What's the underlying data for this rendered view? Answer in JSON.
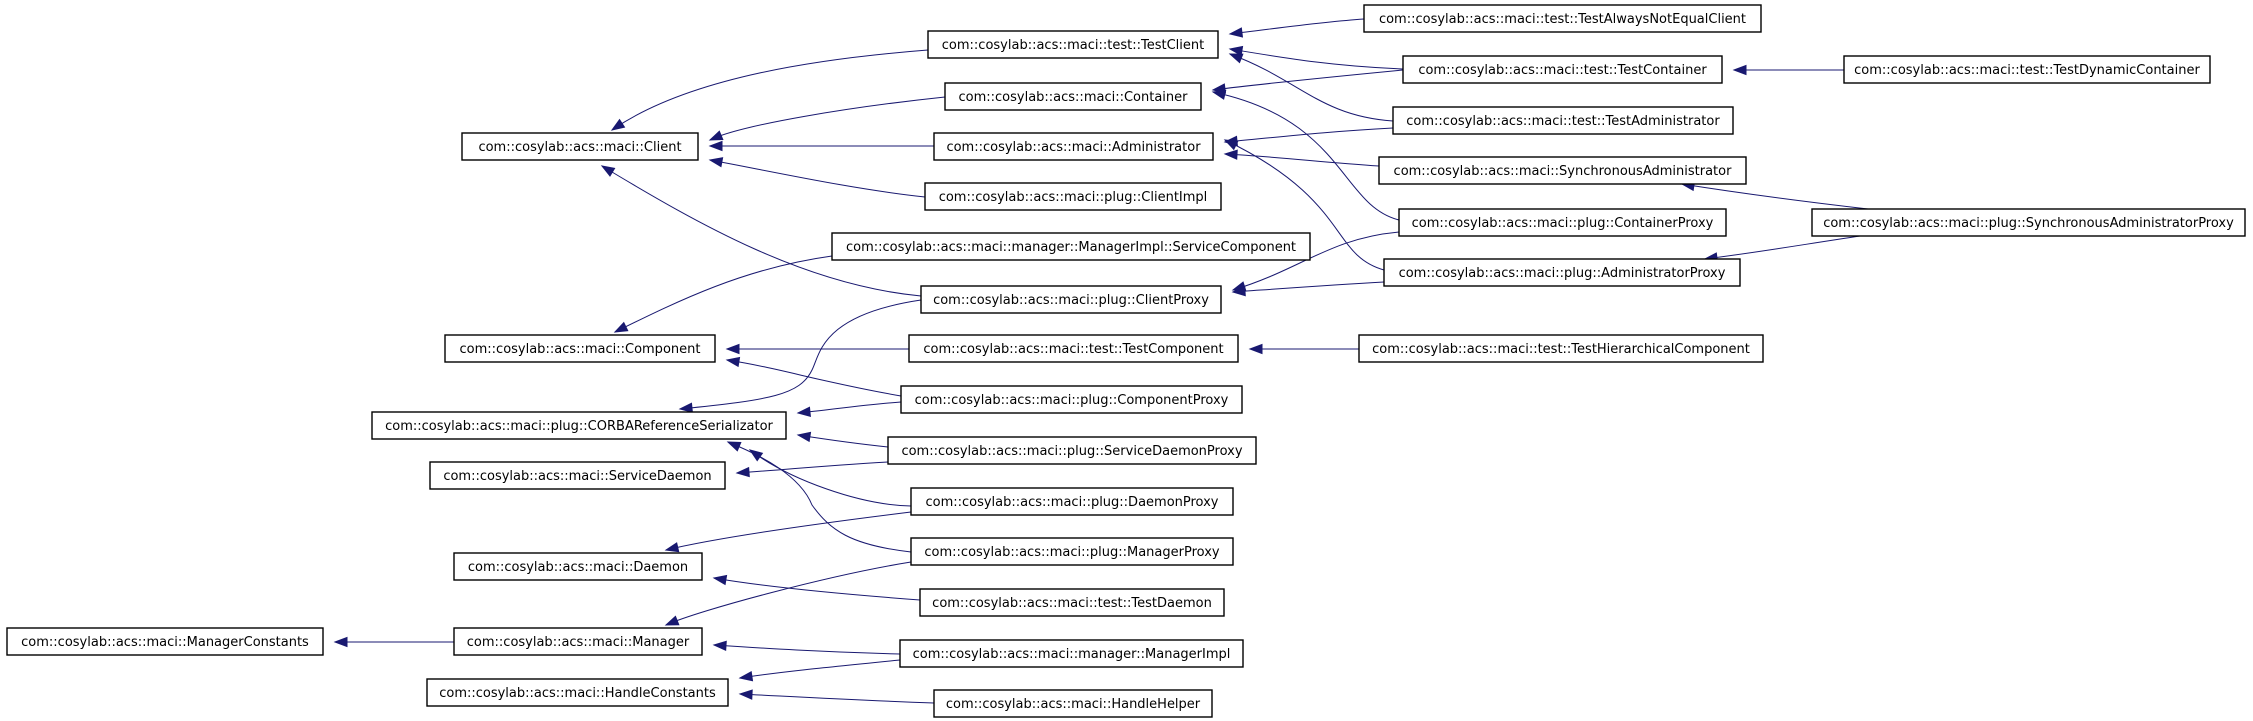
{
  "diagram": {
    "nodes": [
      {
        "id": "client",
        "label": "com::cosylab::acs::maci::Client"
      },
      {
        "id": "testclient",
        "label": "com::cosylab::acs::maci::test::TestClient"
      },
      {
        "id": "container",
        "label": "com::cosylab::acs::maci::Container"
      },
      {
        "id": "administrator",
        "label": "com::cosylab::acs::maci::Administrator"
      },
      {
        "id": "clientimpl",
        "label": "com::cosylab::acs::maci::plug::ClientImpl"
      },
      {
        "id": "clientproxy",
        "label": "com::cosylab::acs::maci::plug::ClientProxy"
      },
      {
        "id": "testalwaysnotequalclient",
        "label": "com::cosylab::acs::maci::test::TestAlwaysNotEqualClient"
      },
      {
        "id": "testcontainer",
        "label": "com::cosylab::acs::maci::test::TestContainer"
      },
      {
        "id": "testdynamiccontainer",
        "label": "com::cosylab::acs::maci::test::TestDynamicContainer"
      },
      {
        "id": "testadministrator",
        "label": "com::cosylab::acs::maci::test::TestAdministrator"
      },
      {
        "id": "synchronousadministrator",
        "label": "com::cosylab::acs::maci::SynchronousAdministrator"
      },
      {
        "id": "containerproxy",
        "label": "com::cosylab::acs::maci::plug::ContainerProxy"
      },
      {
        "id": "administratorproxy",
        "label": "com::cosylab::acs::maci::plug::AdministratorProxy"
      },
      {
        "id": "synchronousadministratorproxy",
        "label": "com::cosylab::acs::maci::plug::SynchronousAdministratorProxy"
      },
      {
        "id": "servicecomponent",
        "label": "com::cosylab::acs::maci::manager::ManagerImpl::ServiceComponent"
      },
      {
        "id": "component",
        "label": "com::cosylab::acs::maci::Component"
      },
      {
        "id": "testcomponent",
        "label": "com::cosylab::acs::maci::test::TestComponent"
      },
      {
        "id": "testhierarchicalcomponent",
        "label": "com::cosylab::acs::maci::test::TestHierarchicalComponent"
      },
      {
        "id": "componentproxy",
        "label": "com::cosylab::acs::maci::plug::ComponentProxy"
      },
      {
        "id": "corbareferenceserializator",
        "label": "com::cosylab::acs::maci::plug::CORBAReferenceSerializator"
      },
      {
        "id": "servicedaemonproxy",
        "label": "com::cosylab::acs::maci::plug::ServiceDaemonProxy"
      },
      {
        "id": "servicedaemon",
        "label": "com::cosylab::acs::maci::ServiceDaemon"
      },
      {
        "id": "daemonproxy",
        "label": "com::cosylab::acs::maci::plug::DaemonProxy"
      },
      {
        "id": "managerproxy",
        "label": "com::cosylab::acs::maci::plug::ManagerProxy"
      },
      {
        "id": "daemon",
        "label": "com::cosylab::acs::maci::Daemon"
      },
      {
        "id": "testdaemon",
        "label": "com::cosylab::acs::maci::test::TestDaemon"
      },
      {
        "id": "managerconstants",
        "label": "com::cosylab::acs::maci::ManagerConstants"
      },
      {
        "id": "manager",
        "label": "com::cosylab::acs::maci::Manager"
      },
      {
        "id": "managerimpl",
        "label": "com::cosylab::acs::maci::manager::ManagerImpl"
      },
      {
        "id": "handleconstants",
        "label": "com::cosylab::acs::maci::HandleConstants"
      },
      {
        "id": "handlehelper",
        "label": "com::cosylab::acs::maci::HandleHelper"
      }
    ],
    "edges": [
      {
        "from": "testclient",
        "to": "client"
      },
      {
        "from": "container",
        "to": "client"
      },
      {
        "from": "administrator",
        "to": "client"
      },
      {
        "from": "clientimpl",
        "to": "client"
      },
      {
        "from": "clientproxy",
        "to": "client"
      },
      {
        "from": "testalwaysnotequalclient",
        "to": "testclient"
      },
      {
        "from": "testcontainer",
        "to": "testclient"
      },
      {
        "from": "testadministrator",
        "to": "testclient"
      },
      {
        "from": "testdynamiccontainer",
        "to": "testcontainer"
      },
      {
        "from": "testcontainer",
        "to": "container"
      },
      {
        "from": "containerproxy",
        "to": "container"
      },
      {
        "from": "testadministrator",
        "to": "administrator"
      },
      {
        "from": "synchronousadministrator",
        "to": "administrator"
      },
      {
        "from": "administratorproxy",
        "to": "administrator"
      },
      {
        "from": "synchronousadministratorproxy",
        "to": "synchronousadministrator"
      },
      {
        "from": "synchronousadministratorproxy",
        "to": "administratorproxy"
      },
      {
        "from": "containerproxy",
        "to": "clientproxy"
      },
      {
        "from": "administratorproxy",
        "to": "clientproxy"
      },
      {
        "from": "servicecomponent",
        "to": "component"
      },
      {
        "from": "testcomponent",
        "to": "component"
      },
      {
        "from": "componentproxy",
        "to": "component"
      },
      {
        "from": "testhierarchicalcomponent",
        "to": "testcomponent"
      },
      {
        "from": "clientproxy",
        "to": "corbareferenceserializator"
      },
      {
        "from": "componentproxy",
        "to": "corbareferenceserializator"
      },
      {
        "from": "servicedaemonproxy",
        "to": "corbareferenceserializator"
      },
      {
        "from": "daemonproxy",
        "to": "corbareferenceserializator"
      },
      {
        "from": "managerproxy",
        "to": "corbareferenceserializator"
      },
      {
        "from": "servicedaemonproxy",
        "to": "servicedaemon"
      },
      {
        "from": "daemonproxy",
        "to": "daemon"
      },
      {
        "from": "testdaemon",
        "to": "daemon"
      },
      {
        "from": "managerproxy",
        "to": "manager"
      },
      {
        "from": "manager",
        "to": "managerconstants"
      },
      {
        "from": "managerimpl",
        "to": "manager"
      },
      {
        "from": "managerimpl",
        "to": "handleconstants"
      },
      {
        "from": "handlehelper",
        "to": "handleconstants"
      }
    ]
  },
  "colors": {
    "edge": "#191970",
    "node_border": "#000000",
    "node_fill": "#ffffff",
    "text": "#000000"
  }
}
